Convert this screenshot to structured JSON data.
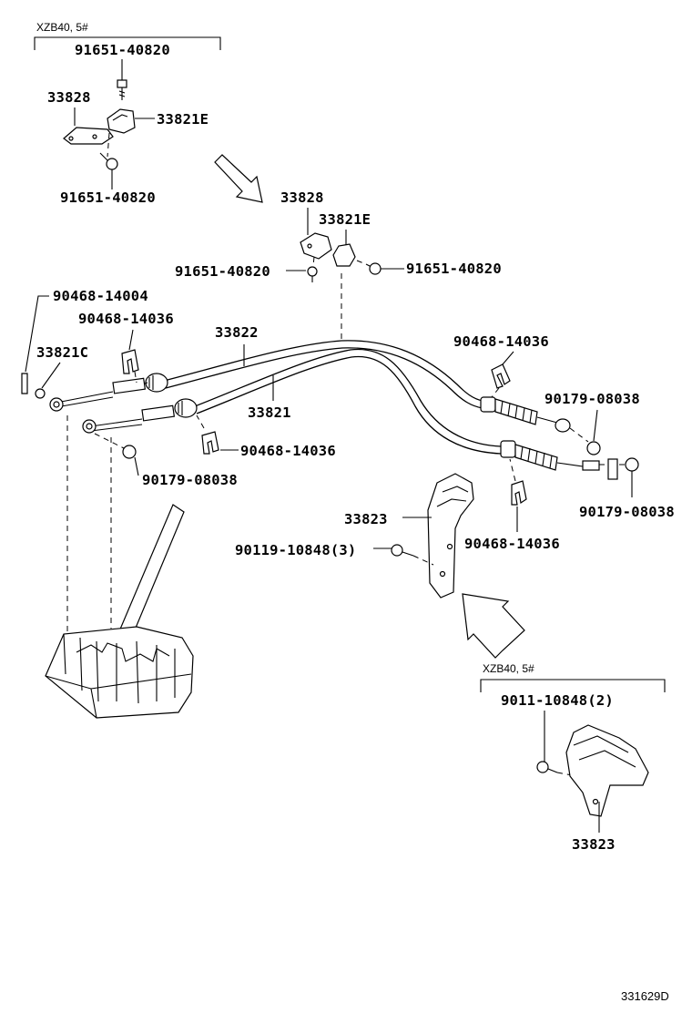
{
  "captions": {
    "top_variant": "XZB40, 5#",
    "bottom_variant": "XZB40, 5#"
  },
  "labels": {
    "top_bolt_upper": "91651-40820",
    "top_bracket": "33828",
    "top_retainer": "33821E",
    "top_bolt_lower": "91651-40820",
    "mid_bracket": "33828",
    "mid_retainer": "33821E",
    "mid_bolt_left": "91651-40820",
    "mid_bolt_right": "91651-40820",
    "pin_left": "90468-14004",
    "clip_left_upper": "90468-14036",
    "cable_upper": "33822",
    "washer_left": "33821C",
    "cable_lower": "33821",
    "clip_left_lower": "90468-14036",
    "nut_left": "90179-08038",
    "clip_right_upper": "90468-14036",
    "nut_right_upper": "90179-08038",
    "nut_right_lower": "90179-08038",
    "clip_right_lower": "90468-14036",
    "bracket_main": "33823",
    "bolt_main": "90119-10848(3)",
    "bolt_variant": "9011-10848(2)",
    "bracket_variant": "33823"
  },
  "figure_id": "331629D"
}
